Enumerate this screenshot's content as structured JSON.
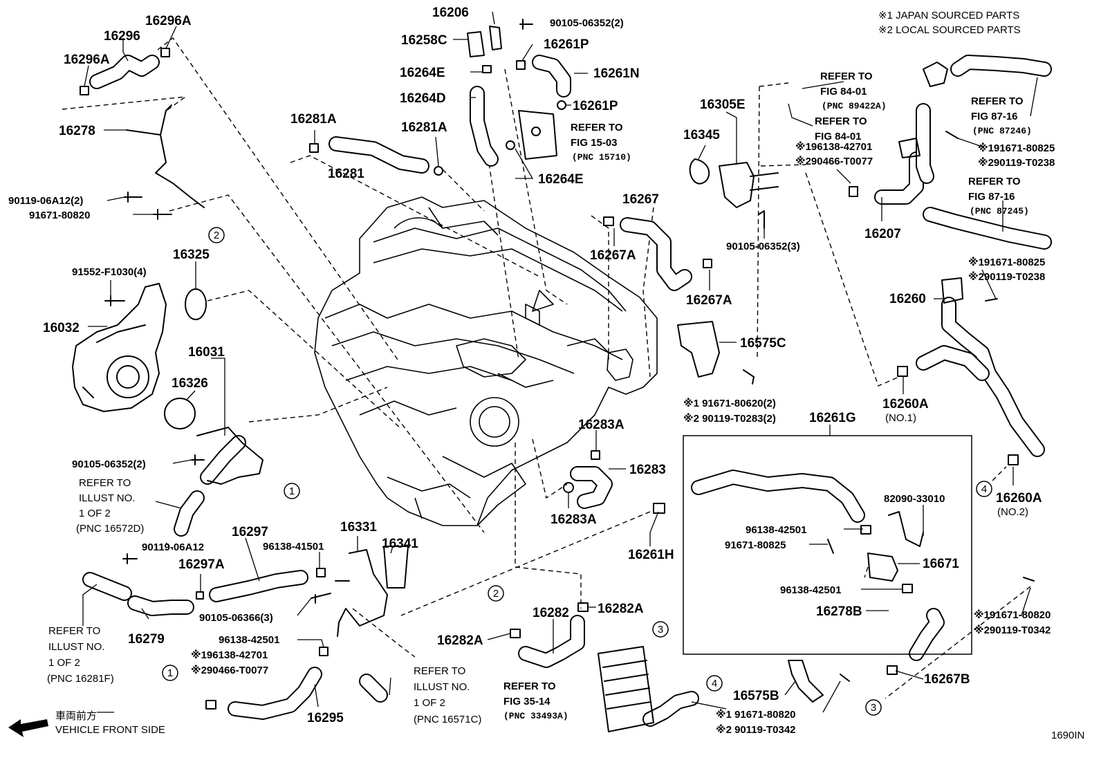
{
  "legend": {
    "line1": "※1  JAPAN SOURCED PARTS",
    "line2": "※2  LOCAL SOURCED PARTS"
  },
  "figure_code": "1690IN",
  "front_arrow": {
    "jp": "車両前方",
    "en": "VEHICLE FRONT SIDE"
  },
  "labels": {
    "p16296A_top": "16296A",
    "p16296": "16296",
    "p16296A_left": "16296A",
    "p16278": "16278",
    "p90119_06A12_2": "90119-06A12(2)",
    "p91671_80820_left": "91671-80820",
    "p91552": "91552-F1030(4)",
    "p16325": "16325",
    "p16032": "16032",
    "p16031": "16031",
    "p16326": "16326",
    "p90105_06352_2_left": "90105-06352(2)",
    "p16206": "16206",
    "p90105_06352_2_top": "90105-06352(2)",
    "p16258C": "16258C",
    "p16261P_top": "16261P",
    "p16264E_top": "16264E",
    "p16261N": "16261N",
    "p16264D": "16264D",
    "p16261P_mid": "16261P",
    "p16281A_left": "16281A",
    "p16281A_right": "16281A",
    "p16281": "16281",
    "p16264E_bot": "16264E",
    "p16305E": "16305E",
    "p16345": "16345",
    "p16267": "16267",
    "p16267A_top": "16267A",
    "p16267A_bot": "16267A",
    "p90105_06352_3": "90105-06352(3)",
    "p16207": "16207",
    "p16260": "16260",
    "p16575C": "16575C",
    "p16260A_1": "16260A",
    "p16260A_2": "16260A",
    "p16261G": "16261G",
    "p16283A_top": "16283A",
    "p16283": "16283",
    "p16283A_bot": "16283A",
    "p16261H": "16261H",
    "p82090": "82090-33010",
    "p96138_42501_a": "96138-42501",
    "p91671_80825_box": "91671-80825",
    "p16671": "16671",
    "p96138_42501_b": "96138-42501",
    "p16278B": "16278B",
    "p16267B": "16267B",
    "p16575B": "16575B",
    "p90119_06A12": "90119-06A12",
    "p16297": "16297",
    "p16297A": "16297A",
    "p96138_41501": "96138-41501",
    "p16331": "16331",
    "p16341": "16341",
    "p90105_06366": "90105-06366(3)",
    "p16279": "16279",
    "p96138_42501_c": "96138-42501",
    "p16295": "16295",
    "p16282": "16282",
    "p16282A_right": "16282A",
    "p16282A_left": "16282A"
  },
  "alt_refs": {
    "r1_1": "※196138-42701",
    "r1_2": "※290466-T0077",
    "r2_1": "※191671-80825",
    "r2_2": "※290119-T0238",
    "r3_1": "※191671-80825",
    "r3_2": "※290119-T0238",
    "r4_1": "※1 91671-80620(2)",
    "r4_2": "※2 90119-T0283(2)",
    "r5_1": "※191671-80820",
    "r5_2": "※290119-T0342",
    "r6_1": "※1 91671-80820",
    "r6_2": "※2 90119-T0342",
    "r7_1": "※196138-42701",
    "r7_2": "※290466-T0077"
  },
  "notes": {
    "no1": "(NO.1)",
    "no2": "(NO.2)"
  },
  "refs": {
    "fig8401a_1": "REFER TO",
    "fig8401a_2": "FIG 84-01",
    "fig8401a_3": "(PNC 89422A)",
    "fig8401b_1": "REFER TO",
    "fig8401b_2": "FIG 84-01",
    "fig8716a_1": "REFER TO",
    "fig8716a_2": "FIG 87-16",
    "fig8716a_3": "(PNC 87246)",
    "fig8716b_1": "REFER TO",
    "fig8716b_2": "FIG 87-16",
    "fig8716b_3": "(PNC 87245)",
    "fig1503_1": "REFER TO",
    "fig1503_2": "FIG 15-03",
    "fig1503_3": "(PNC 15710)",
    "fig3514_1": "REFER TO",
    "fig3514_2": "FIG 35-14",
    "fig3514_3": "(PNC 33493A)",
    "ill_d_1": "REFER TO",
    "ill_d_2": "ILLUST NO.",
    "ill_d_3": "1 OF 2",
    "ill_d_4": "(PNC 16572D)",
    "ill_f_1": "REFER TO",
    "ill_f_2": "ILLUST NO.",
    "ill_f_3": "1 OF 2",
    "ill_f_4": "(PNC 16281F)",
    "ill_c_1": "REFER TO",
    "ill_c_2": "ILLUST NO.",
    "ill_c_3": "1 OF 2",
    "ill_c_4": "(PNC 16571C)"
  },
  "callouts": {
    "c1": "1",
    "c2": "2",
    "c3": "3",
    "c4": "4"
  }
}
